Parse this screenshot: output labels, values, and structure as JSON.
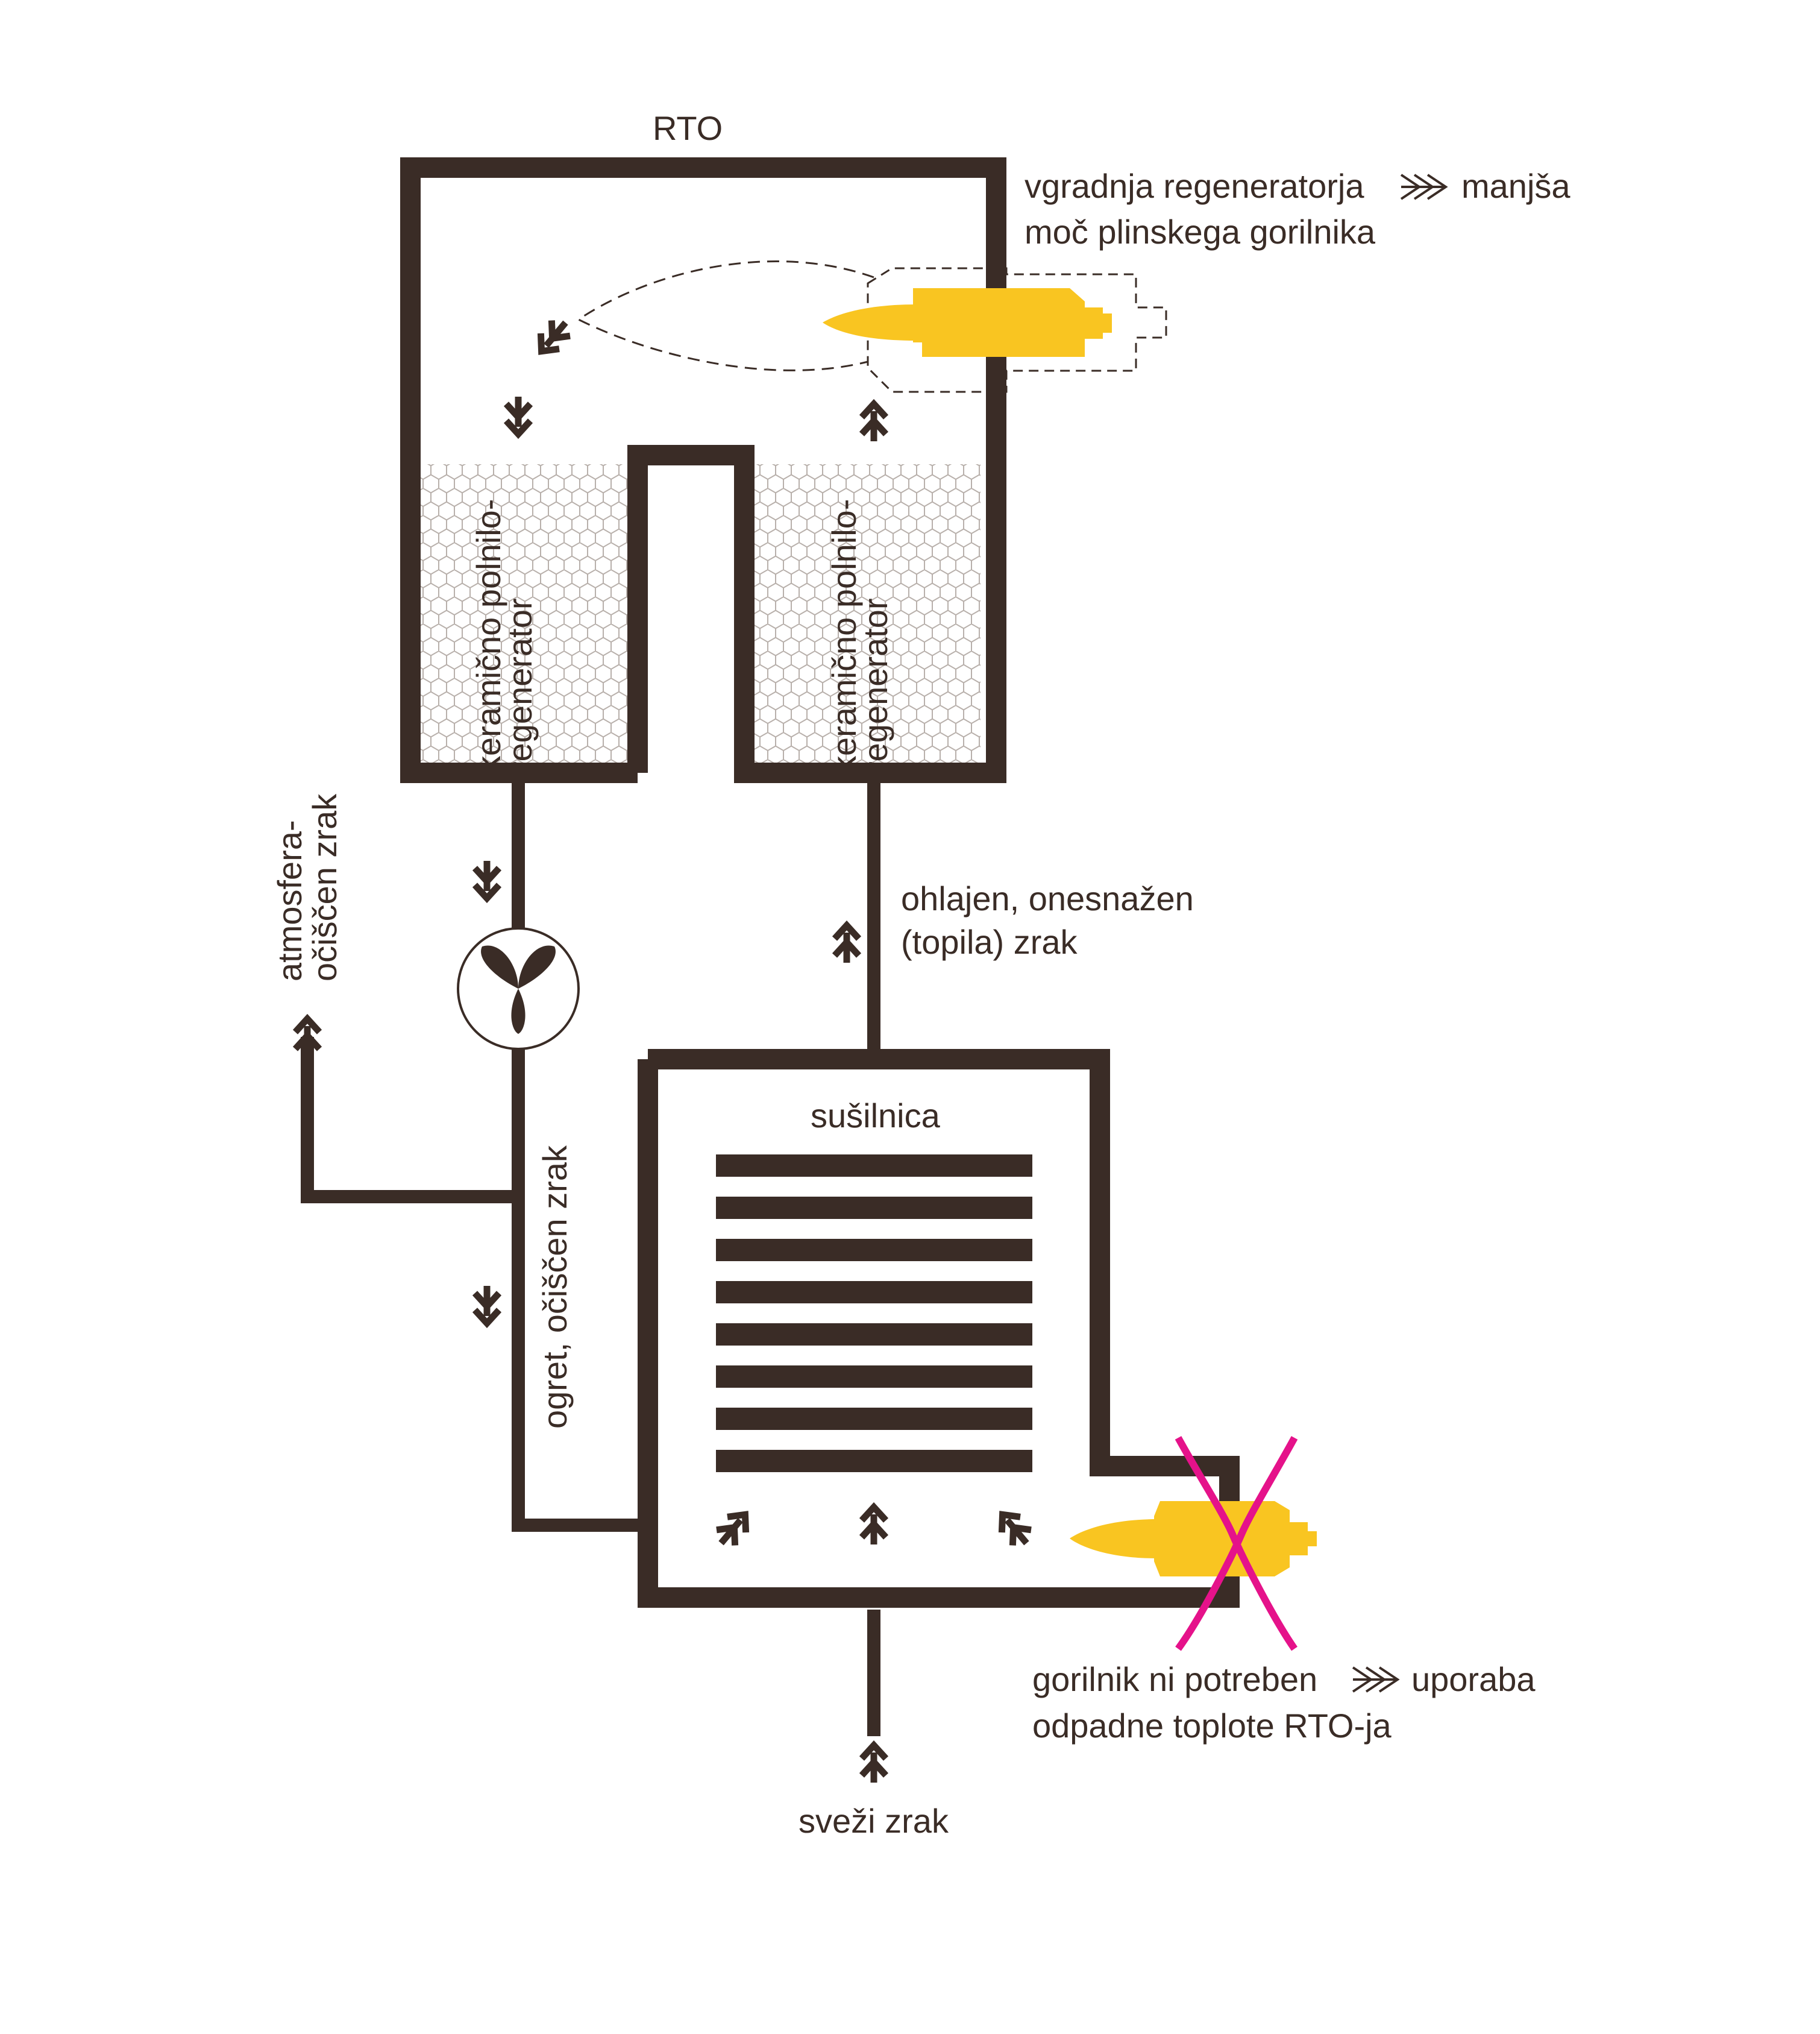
{
  "colors": {
    "line": "#3a2c26",
    "burner": "#f9c521",
    "cross": "#e5128a",
    "hex": "#b8b0ab",
    "background": "#ffffff"
  },
  "labels": {
    "rto": "RTO",
    "burner_note_line1": "vgradnja regeneratorja",
    "burner_note_line1_end": "manjša",
    "burner_note_line2": "moč plinskega gorilnika",
    "regenerator_left_line1": "keramično polnilo-",
    "regenerator_left_line2": "regenerator",
    "regenerator_right_line1": "keramično polnilo-",
    "regenerator_right_line2": "regenerator",
    "atmosphere_line1": "atmosfera-",
    "atmosphere_line2": "očiščen zrak",
    "cooled_line1": "ohlajen, onesnažen",
    "cooled_line2": "(topila) zrak",
    "warm_air": "ogret, očiščen zrak",
    "dryer": "sušilnica",
    "no_burner_line1": "gorilnik ni potreben",
    "no_burner_line1_end": "uporaba",
    "no_burner_line2": "odpadne toplote RTO-ja",
    "fresh_air": "sveži zrak"
  },
  "icons": [
    "double-arrow-icon",
    "fan-icon",
    "burner-icon",
    "flow-arrow-icon",
    "cross-out-icon"
  ]
}
